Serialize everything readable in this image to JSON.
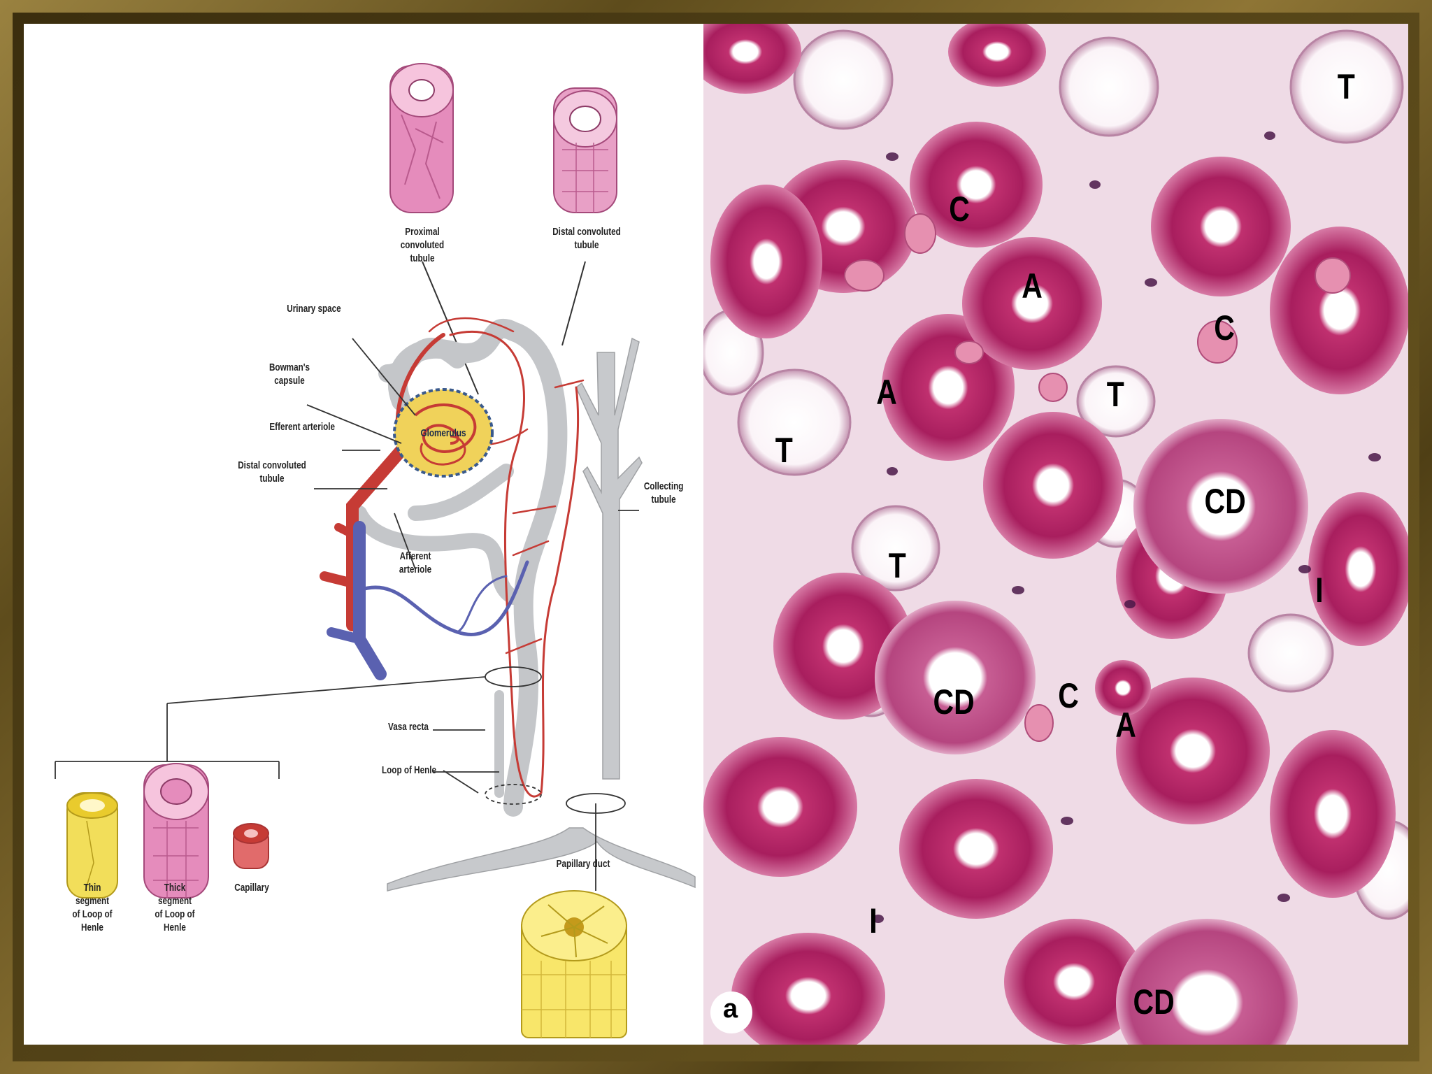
{
  "diagram_labels": {
    "proximal": "Proximal convoluted\ntubule",
    "distal_top": "Distal convoluted\ntubule",
    "urinary_space": "Urinary space",
    "bowmans": "Bowman's\ncapsule",
    "efferent": "Efferent arteriole",
    "distal_left": "Distal convoluted\ntubule",
    "glomerulus": "Glomerulus",
    "afferent": "Afferent\narteriole",
    "collecting": "Collecting\ntubule",
    "vasa_recta": "Vasa recta",
    "loop_henle": "Loop of Henle",
    "papillary": "Papillary duct",
    "thin": "Thin\nsegment\nof Loop of\nHenle",
    "thick": "Thick\nsegment\nof Loop of\nHenle",
    "capillary": "Capillary"
  },
  "histology_labels": {
    "t1": "T",
    "t2": "T",
    "t3": "T",
    "t4": "T",
    "c1": "C",
    "c2": "C",
    "c3": "C",
    "a1": "A",
    "a2": "A",
    "a3": "A",
    "cd1": "CD",
    "cd2": "CD",
    "cd3": "CD",
    "i1": "I",
    "i2": "I",
    "panel": "a"
  },
  "colors": {
    "frame": "#8a7233",
    "tubule_pink": "#e07bb0",
    "tubule_grey": "#c7c9cc",
    "artery_red": "#c63b35",
    "vein_blue": "#5a61b0",
    "glomerulus_yellow": "#f0d25a",
    "stain_magenta": "#b0205f",
    "nucleus_purple": "#4a1848"
  }
}
